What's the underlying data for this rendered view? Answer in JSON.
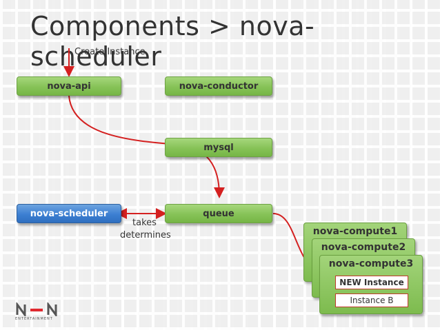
{
  "title": "Components > nova-scheduler",
  "labels": {
    "create_instance": "Create Instance",
    "takes": "takes",
    "determines": "determines"
  },
  "nodes": {
    "nova_api": "nova-api",
    "nova_conductor": "nova-conductor",
    "mysql": "mysql",
    "nova_scheduler": "nova-scheduler",
    "queue": "queue"
  },
  "compute_nodes": [
    "nova-compute1",
    "nova-compute2",
    "nova-compute3"
  ],
  "instances": {
    "new": "NEW Instance",
    "b": "Instance B"
  },
  "logo": {
    "letters": "N-N",
    "subtitle": "ENTERTAINMENT"
  },
  "colors": {
    "green": "#86c257",
    "blue": "#3c7fd2",
    "arrow_red": "#d42020"
  }
}
